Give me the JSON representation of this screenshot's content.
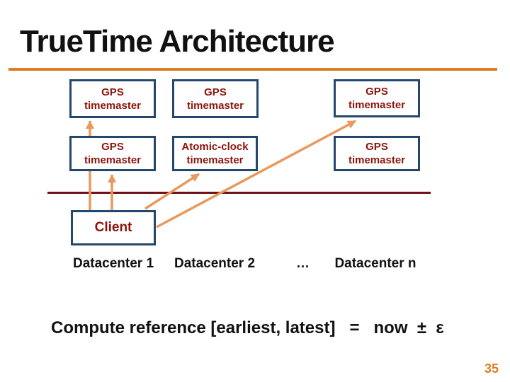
{
  "slide": {
    "title": "TrueTime Architecture",
    "page_number": "35"
  },
  "diagram": {
    "boxes": [
      {
        "id": "gps-timemaster-dc1-top",
        "label": "GPS\ntimemaster"
      },
      {
        "id": "gps-timemaster-dc2-top",
        "label": "GPS\ntimemaster"
      },
      {
        "id": "gps-timemaster-dcn-top",
        "label": "GPS\ntimemaster"
      },
      {
        "id": "gps-timemaster-dc1-bottom",
        "label": "GPS\ntimemaster"
      },
      {
        "id": "atomic-clock-timemaster",
        "label": "Atomic-clock\ntimemaster"
      },
      {
        "id": "gps-timemaster-dcn-bottom",
        "label": "GPS\ntimemaster"
      }
    ],
    "client_label": "Client",
    "datacenter_labels": [
      "Datacenter 1",
      "Datacenter 2",
      "…",
      "Datacenter n"
    ]
  },
  "formula": "Compute reference [earliest, latest]   =   now  ±  ε",
  "colors": {
    "accent_orange": "#DD7D26",
    "arrow_orange": "#E8995C",
    "divider_maroon": "#6E1218",
    "box_border_navy": "#24486B",
    "box_text_maroon": "#8B150D",
    "title_black": "#111111"
  }
}
